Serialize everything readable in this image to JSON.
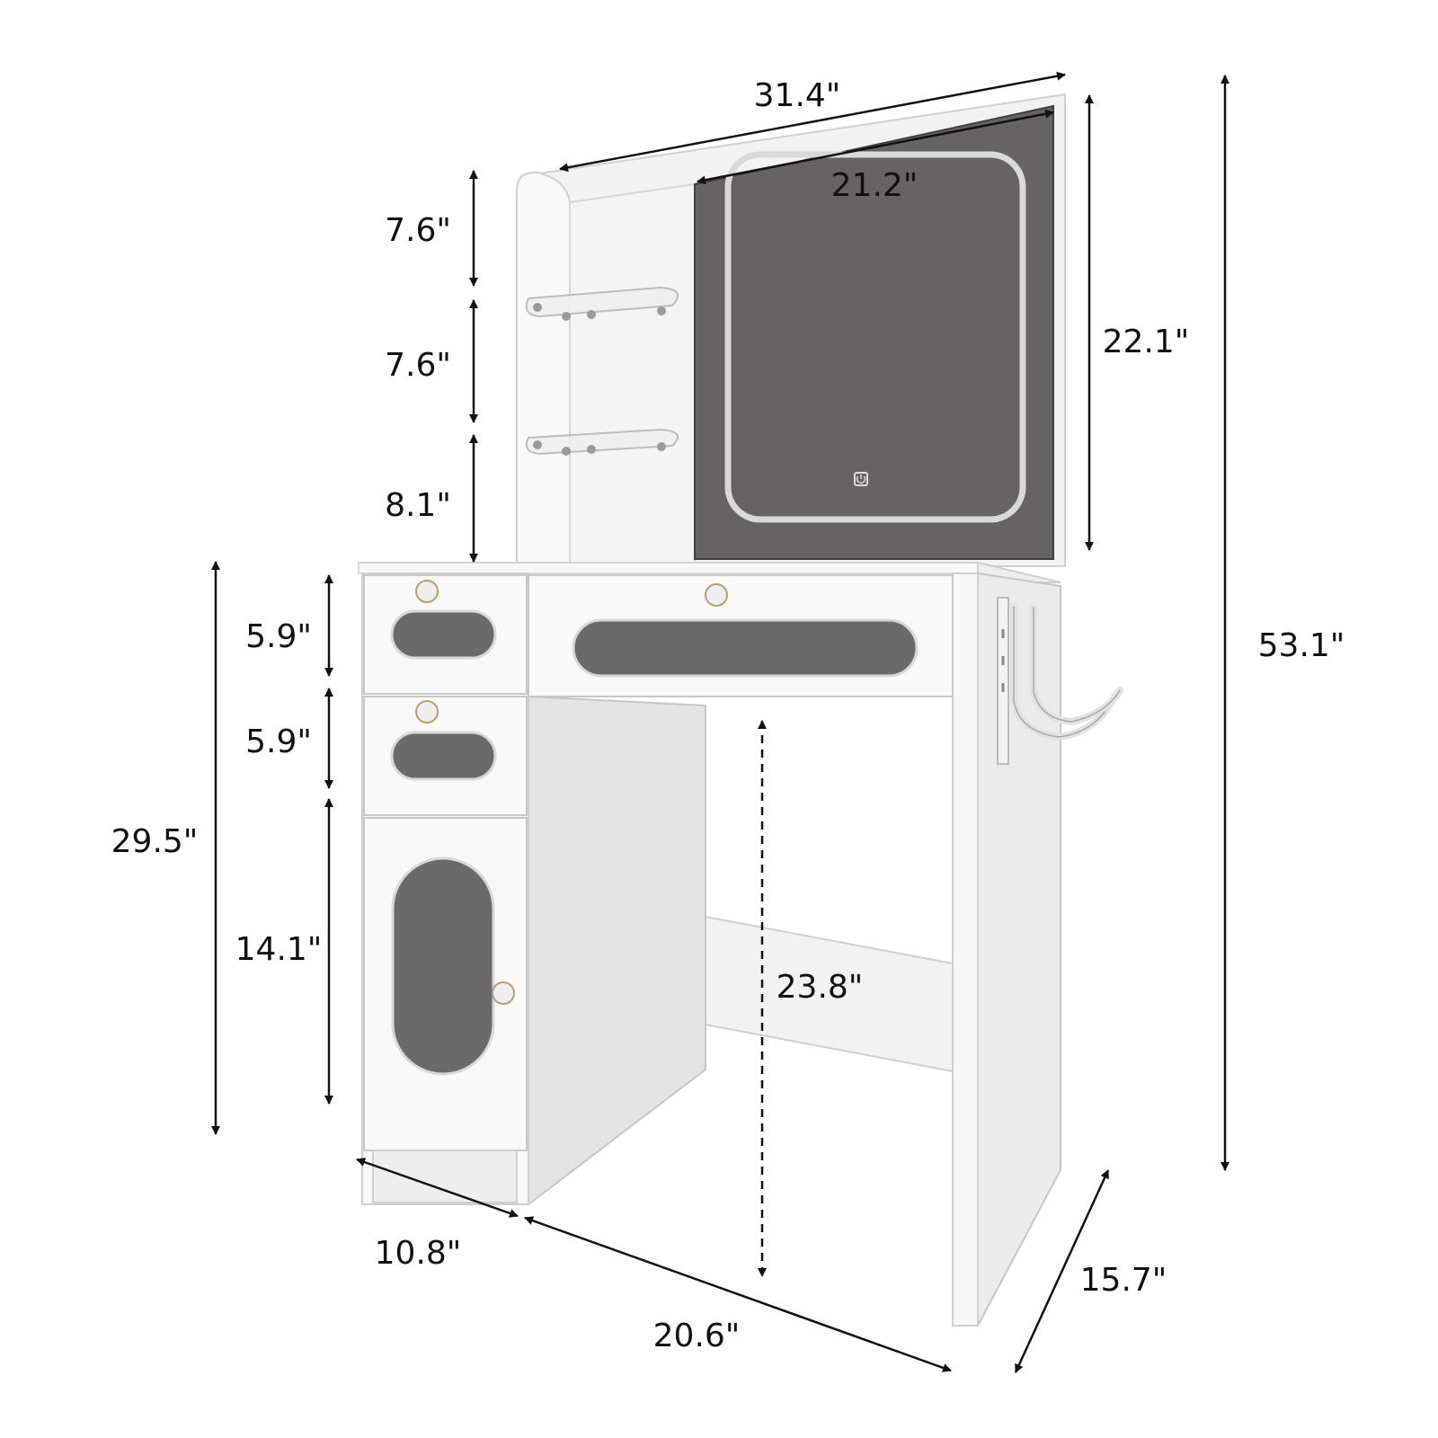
{
  "colors": {
    "background": "#ffffff",
    "furniture_white": "#f7f7f7",
    "furniture_shade": "#e6e6e6",
    "furniture_edge": "#c9c9c9",
    "glass_dark": "#6b6a6a",
    "mirror_dark": "#656363",
    "led_frame": "#d9d9d9",
    "arrow": "#111111"
  },
  "icons": {
    "touch_button": "power-touch-icon",
    "knob": "crystal-knob-icon",
    "hook": "coat-hook-icon"
  },
  "dimensions": {
    "overall_width": "31.4\"",
    "mirror_width": "21.2\"",
    "mirror_height": "22.1\"",
    "total_height": "53.1\"",
    "shelf_top": "7.6\"",
    "shelf_middle": "7.6\"",
    "shelf_bottom": "8.1\"",
    "drawer_top": "5.9\"",
    "drawer_second": "5.9\"",
    "cabinet": "14.1\"",
    "table_height": "29.5\"",
    "knee_clearance": "23.8\"",
    "cabinet_width": "10.8\"",
    "knee_width": "20.6\"",
    "depth": "15.7\""
  }
}
